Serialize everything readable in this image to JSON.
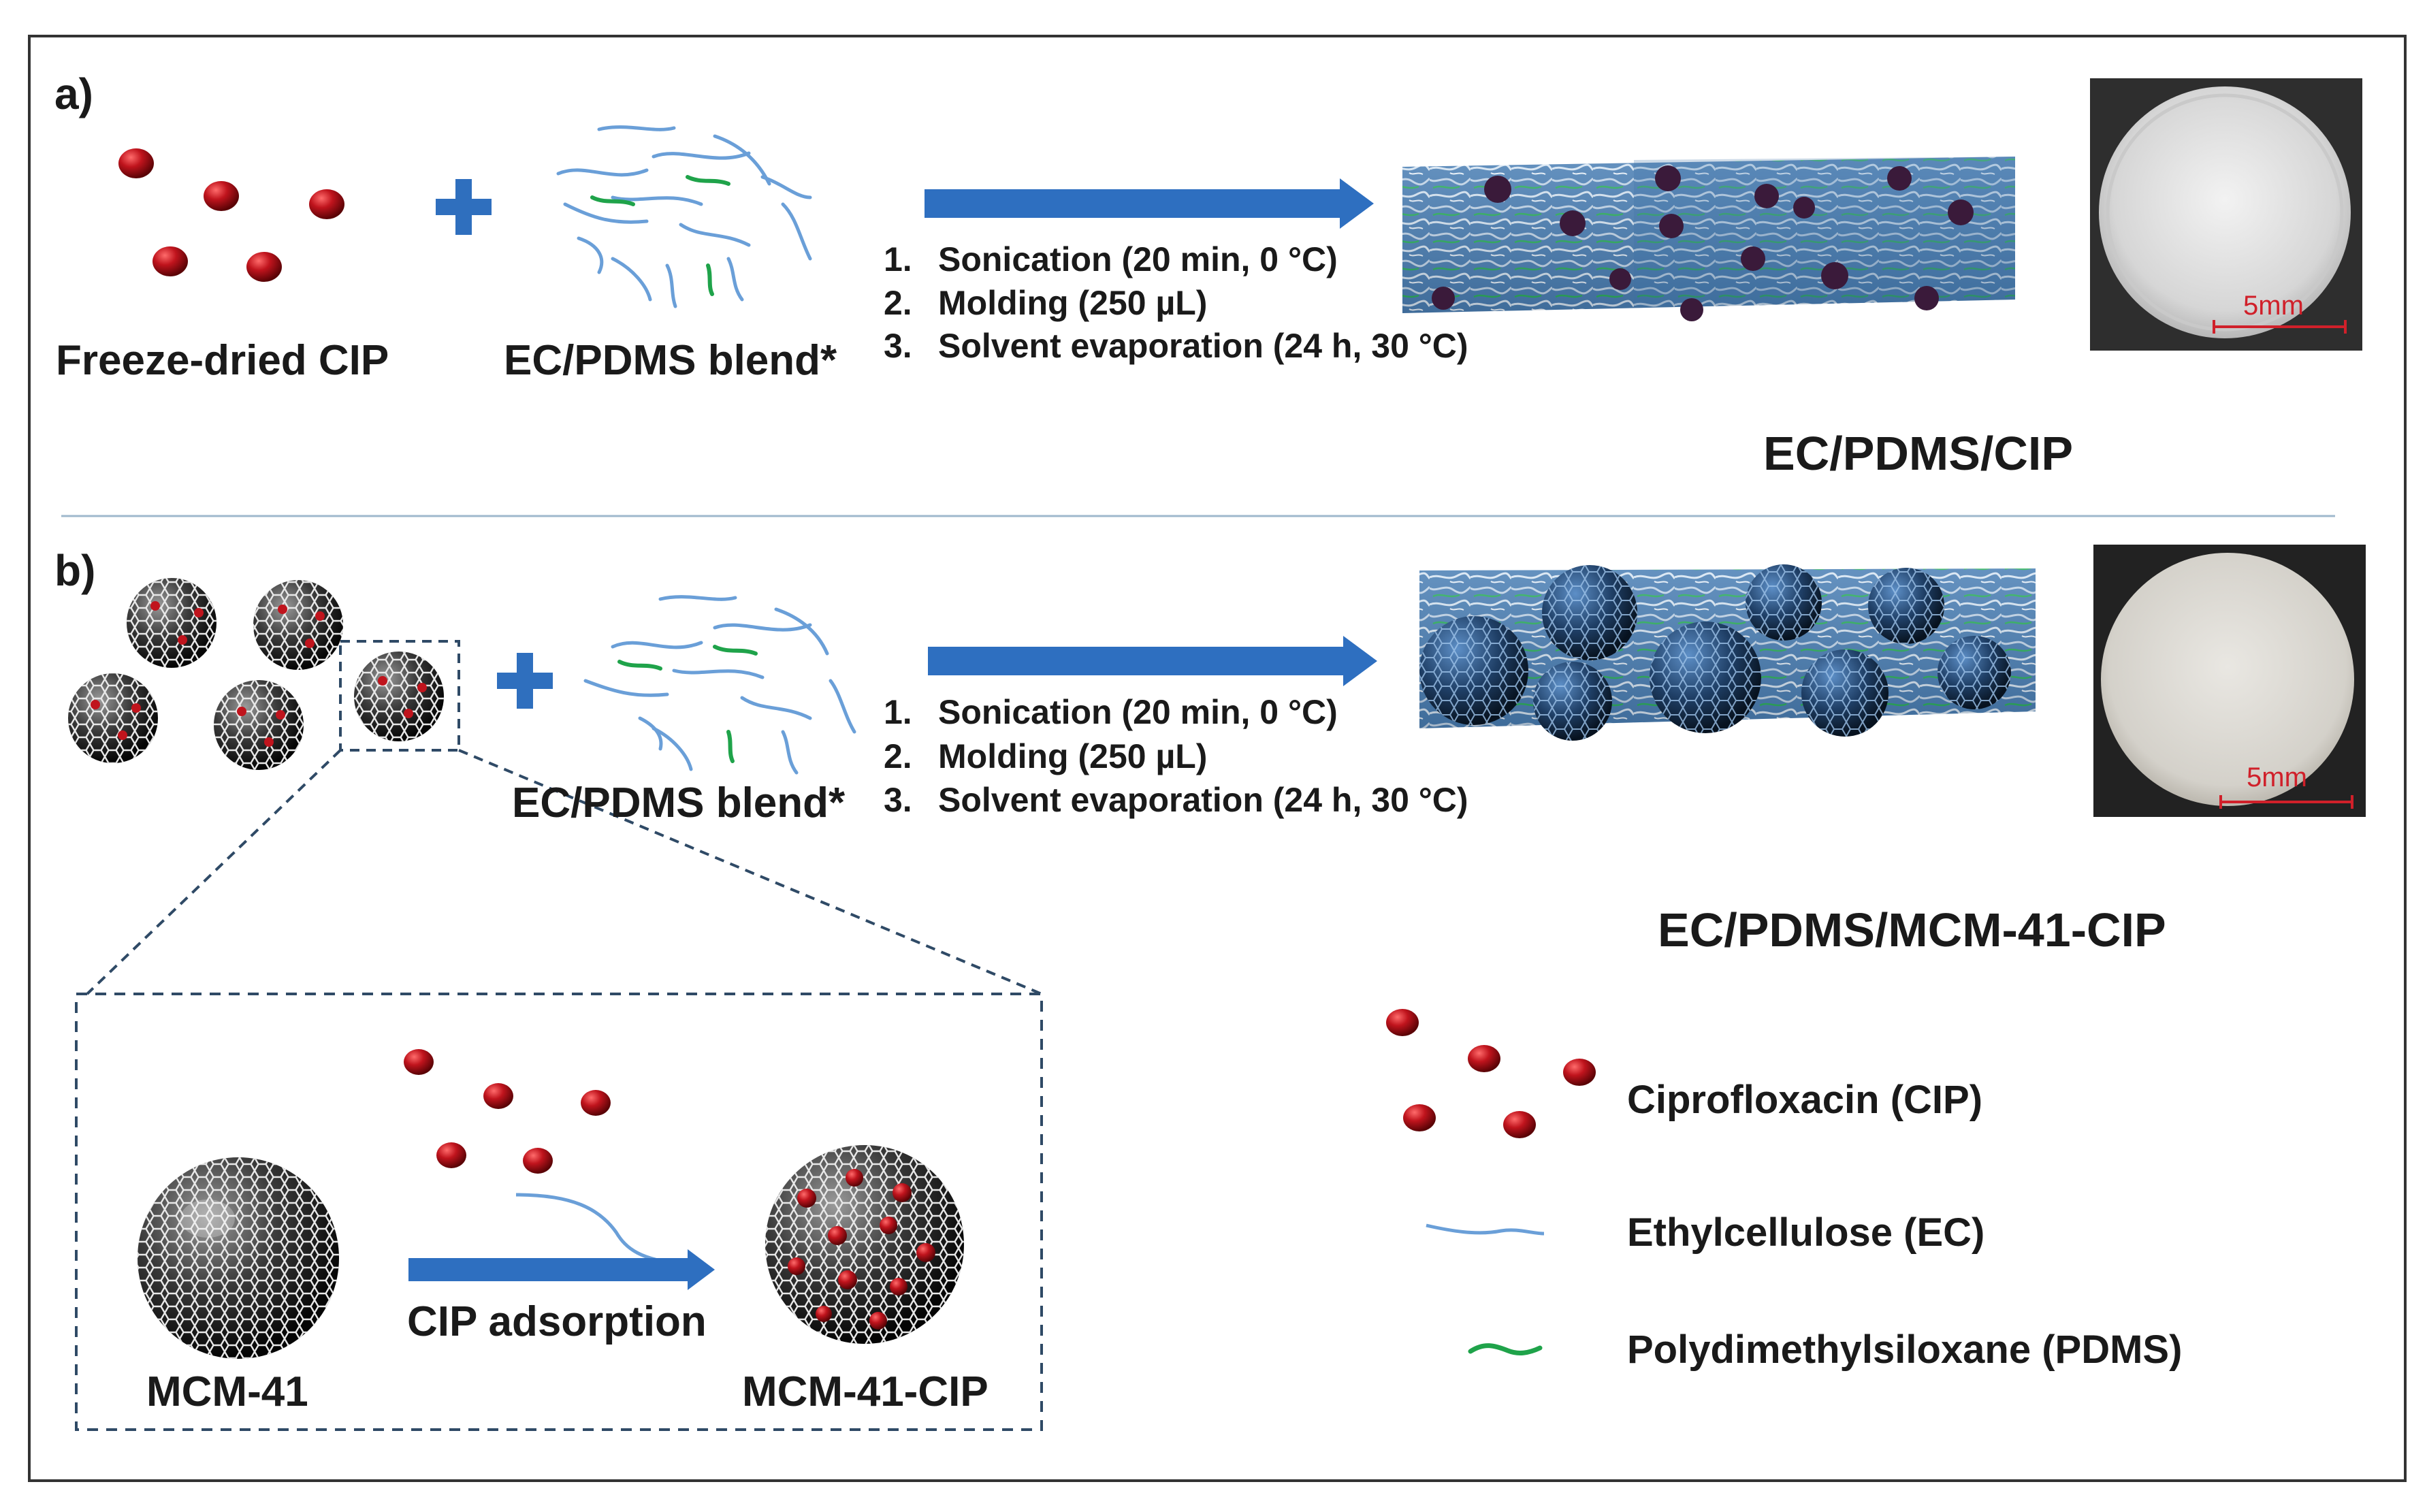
{
  "panel_a": {
    "label": "a)",
    "cip_label": "Freeze-dried CIP",
    "blend_label": "EC/PDMS blend*",
    "steps": [
      {
        "num": "1.",
        "text": "Sonication (20 min, 0 °C)"
      },
      {
        "num": "2.",
        "text": "Molding (250 µL)"
      },
      {
        "num": "3.",
        "text": "Solvent evaporation (24 h, 30 °C)"
      }
    ],
    "scale_label": "5mm",
    "product_label": "EC/PDMS/CIP"
  },
  "panel_b": {
    "label": "b)",
    "blend_label": "EC/PDMS blend*",
    "steps": [
      {
        "num": "1.",
        "text": "Sonication (20 min, 0 °C)"
      },
      {
        "num": "2.",
        "text": "Molding (250 µL)"
      },
      {
        "num": "3.",
        "text": "Solvent evaporation (24 h, 30 °C)"
      }
    ],
    "scale_label": "5mm",
    "product_label": "EC/PDMS/MCM-41-CIP",
    "inset": {
      "left_label": "MCM-41",
      "arrow_label": "CIP adsorption",
      "right_label": "MCM-41-CIP"
    }
  },
  "legend": [
    {
      "icon": "red-sphere-icon",
      "text": "Ciprofloxacin (CIP)"
    },
    {
      "icon": "blue-line-icon",
      "text": "Ethylcellulose (EC)"
    },
    {
      "icon": "green-wave-icon",
      "text": "Polydimethylsiloxane (PDMS)"
    }
  ],
  "colors": {
    "cip_red": "#b0121b",
    "arrow_blue": "#2e6fc0",
    "ec_blue": "#6a9fd8",
    "pdms_green": "#1fa34a",
    "plus_blue": "#2f6fbe"
  }
}
